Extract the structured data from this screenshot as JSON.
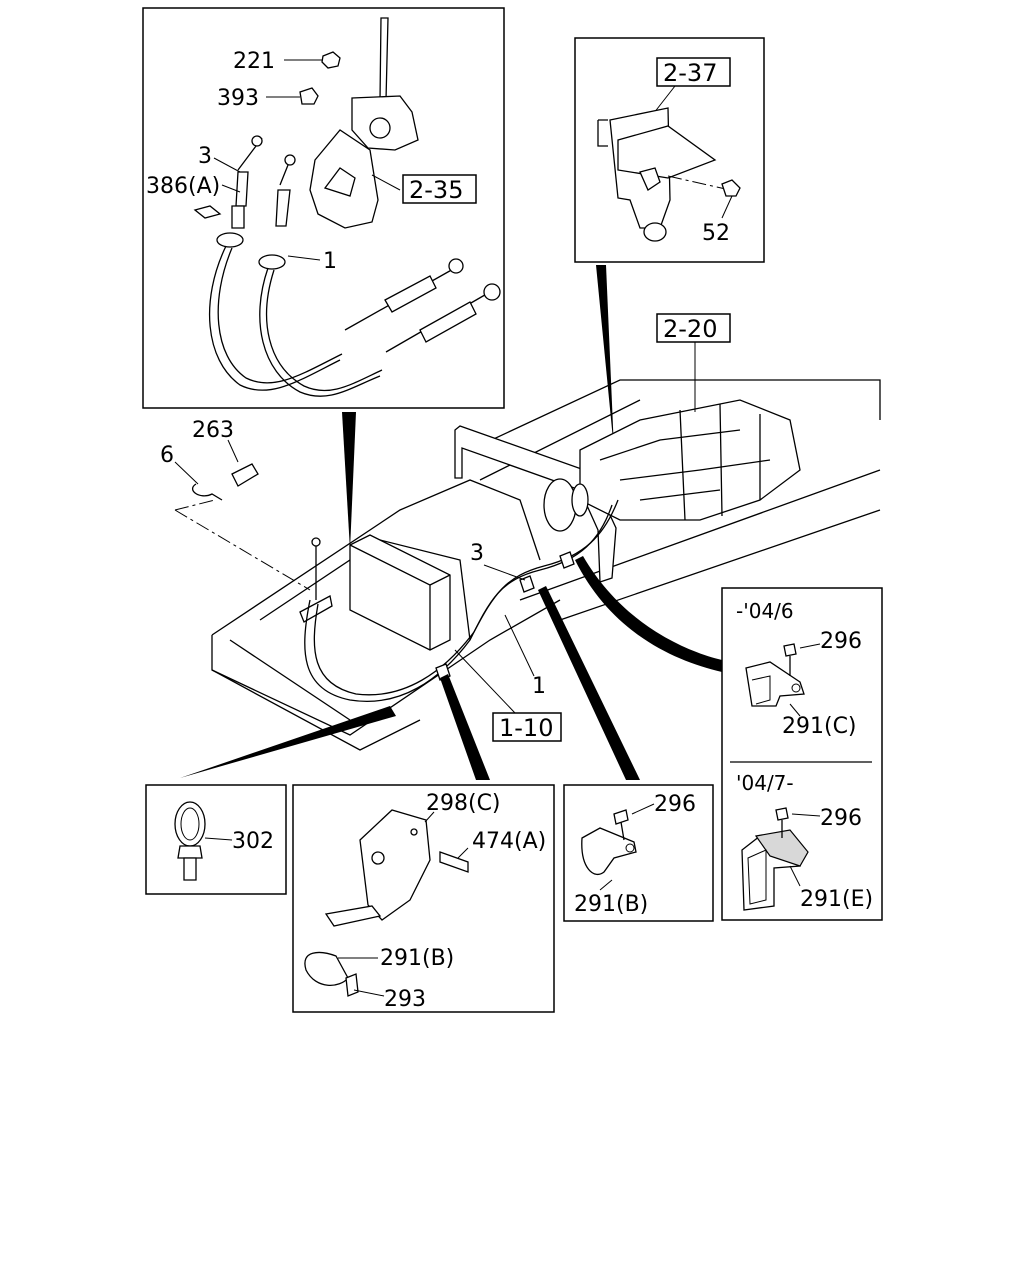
{
  "labels": {
    "l221": "221",
    "l393": "393",
    "l3a": "3",
    "l386a": "386(A)",
    "l1a": "1",
    "l263": "263",
    "l6": "6",
    "l52": "52",
    "l3b": "3",
    "l1b": "1",
    "l302": "302",
    "l298c": "298(C)",
    "l474a": "474(A)",
    "l291b1": "291(B)",
    "l293": "293",
    "l296a": "296",
    "l291b2": "291(B)",
    "l296b": "296",
    "l291c": "291(C)",
    "l296c": "296",
    "l291e": "291(E)"
  },
  "refs": {
    "r235": "2-35",
    "r237": "2-37",
    "r220": "2-20",
    "r110": "1-10"
  },
  "dates": {
    "early": "-'04/6",
    "late": "'04/7-"
  }
}
